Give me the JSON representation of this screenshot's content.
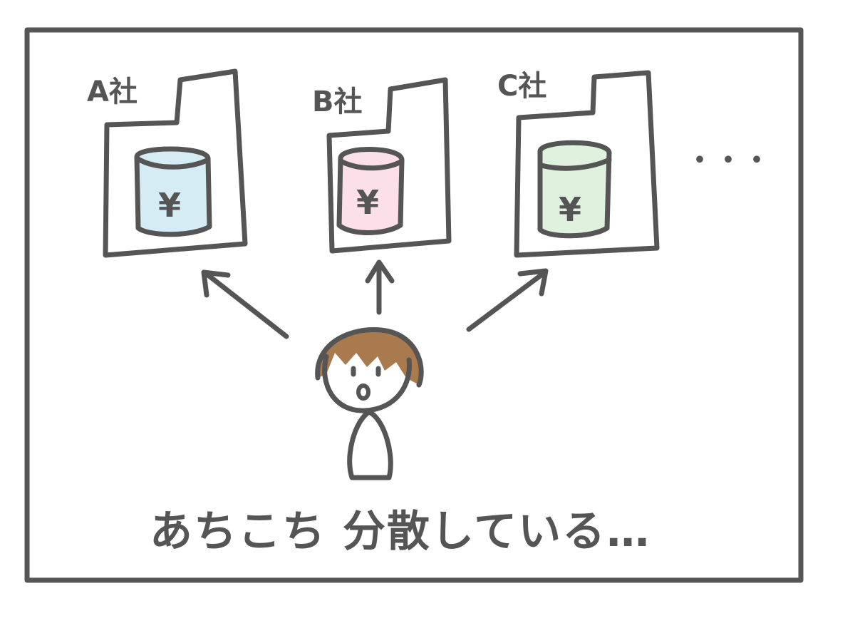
{
  "companies": [
    {
      "label": "A社",
      "symbol": "¥",
      "color": "#d6ecf5"
    },
    {
      "label": "B社",
      "symbol": "¥",
      "color": "#fbe0ea"
    },
    {
      "label": "C社",
      "symbol": "¥",
      "color": "#dff2dd"
    }
  ],
  "more_indicator": "・・・",
  "caption": "あちこち 分散している…",
  "colors": {
    "ink": "#555555",
    "hair": "#a97a4e",
    "background": "#ffffff"
  }
}
